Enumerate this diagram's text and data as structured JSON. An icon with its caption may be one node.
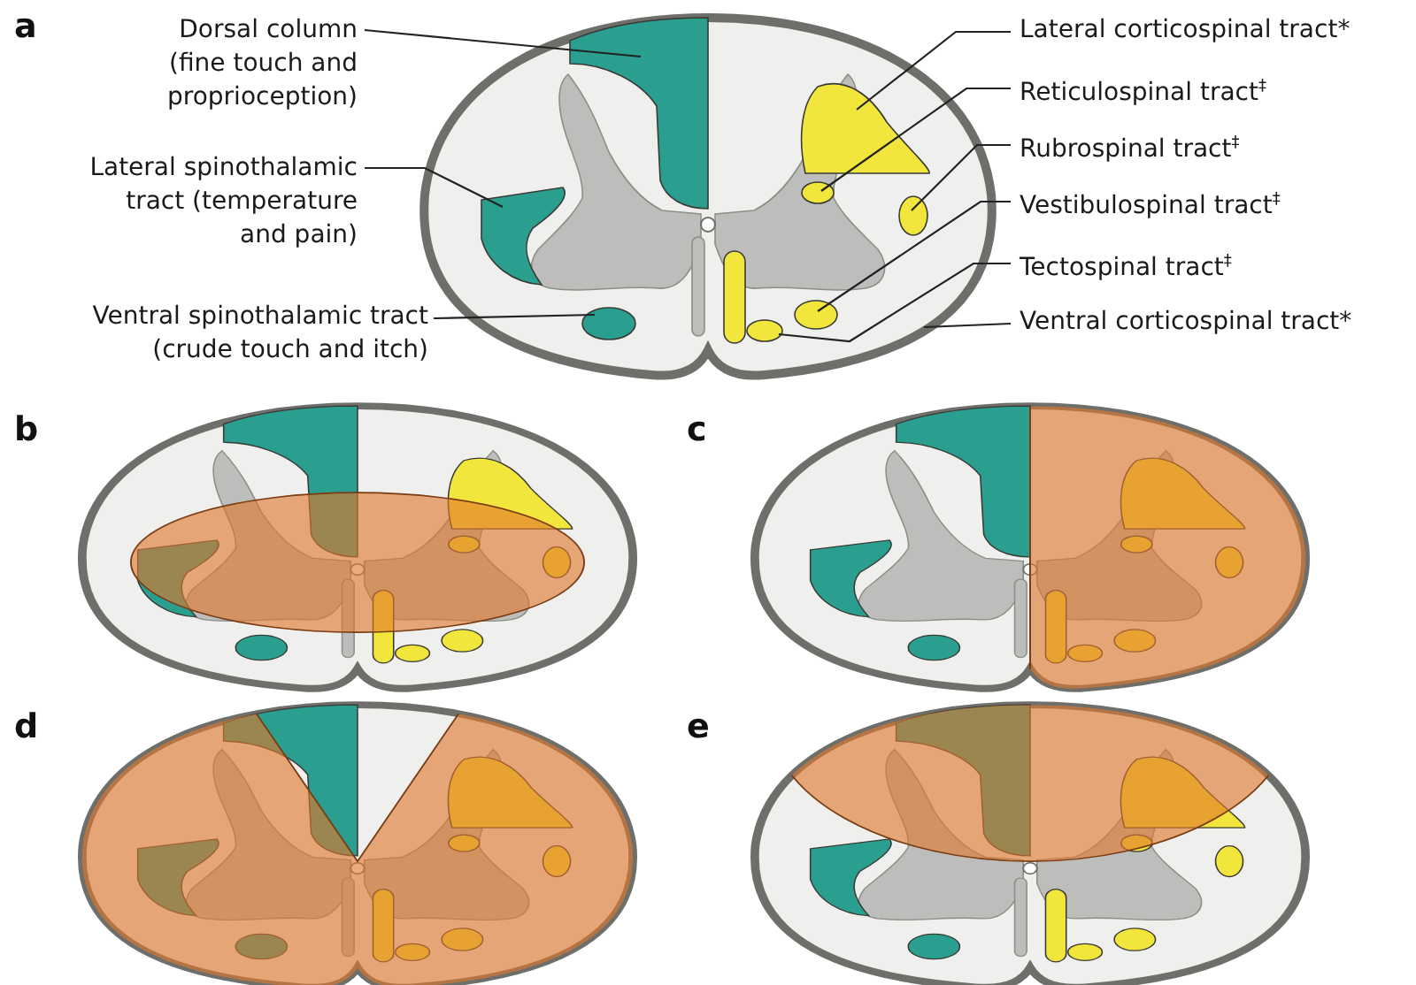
{
  "diagram": {
    "nodes": [
      {
        "text": [
          "Dorsal column (fine touch and proprioception)"
        ]
      },
      {
        "text": [],
        "shape": "region"
      },
      {
        "text": [
          "Lateral spinothalamic tract (temperature and pain)"
        ]
      },
      {
        "text": [],
        "shape": "region"
      },
      {
        "text": [
          "Ventral spinothalamic tract (crude touch and itch)"
        ]
      },
      {
        "text": [],
        "shape": "region"
      },
      {
        "text": [
          "Lateral corticospinal tract*"
        ]
      },
      {
        "text": [],
        "shape": "region"
      },
      {
        "text": [
          "Reticulospinal tract$^{‡}$"
        ]
      },
      {
        "text": [],
        "shape": "region"
      },
      {
        "text": [
          "Rubrospinal tract$^{‡}$"
        ]
      },
      {
        "text": [],
        "shape": "region"
      },
      {
        "text": [
          "Vestibulospinal tract$^{‡}$"
        ]
      },
      {
        "text": [],
        "shape": "region"
      },
      {
        "text": [
          "Tectospinal tract$^{‡}$"
        ]
      },
      {
        "text": [],
        "shape": "region"
      },
      {
        "text": [
          "Ventral corticospinal tract*"
        ]
      }
    ],
    "edges": [
      {
        "from": 0,
        "to": 1,
        "arrow": "none"
      },
      {
        "from": 2,
        "to": 3,
        "arrow": "none"
      },
      {
        "from": 4,
        "to": 5,
        "arrow": "none"
      },
      {
        "from": 6,
        "to": 7,
        "arrow": "none"
      },
      {
        "from": 8,
        "to": 9,
        "arrow": "none"
      },
      {
        "from": 10,
        "to": 11,
        "arrow": "none"
      },
      {
        "from": 12,
        "to": 13,
        "arrow": "none"
      },
      {
        "from": 14,
        "to": 15,
        "arrow": "none"
      },
      {
        "from": 16,
        "to": null,
        "arrow": "none"
      }
    ],
    "labels": [
      "a",
      "b",
      "c",
      "d",
      "e"
    ]
  }
}
